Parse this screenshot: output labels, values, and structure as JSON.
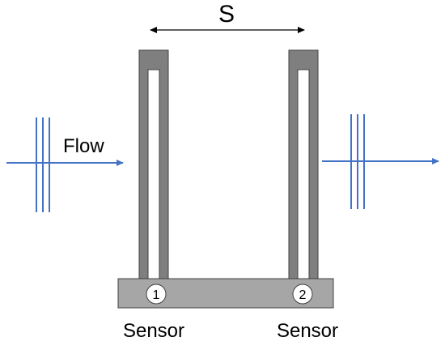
{
  "diagram": {
    "spacing_label": "S",
    "flow_label": "Flow",
    "sensors": [
      {
        "number": "1",
        "label": "Sensor"
      },
      {
        "number": "2",
        "label": "Sensor"
      }
    ],
    "colors": {
      "flow_arrow": "#4472C4",
      "tube_outer": "#7F7F7F",
      "tube_border": "#404040",
      "base": "#A6A6A6",
      "inner_channel": "#FFFFFF"
    }
  }
}
